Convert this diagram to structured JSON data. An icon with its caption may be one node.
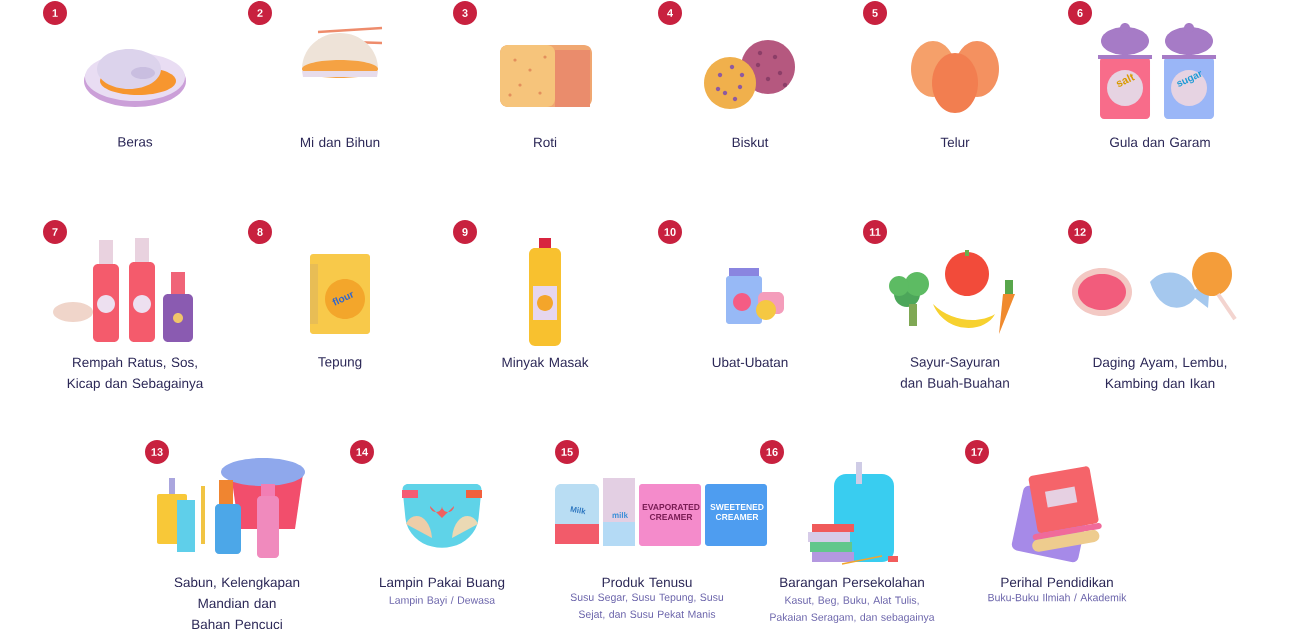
{
  "diagram": {
    "nodes": [
      {
        "text": [
          "1"
        ]
      },
      {
        "text": [
          "2"
        ]
      },
      {
        "text": [
          "3"
        ]
      },
      {
        "text": [
          "4"
        ]
      },
      {
        "text": [
          "5"
        ]
      },
      {
        "text": [
          "6"
        ]
      },
      {
        "text": [
          "7"
        ]
      },
      {
        "text": [
          "8"
        ]
      },
      {
        "text": [
          "9"
        ]
      },
      {
        "text": [
          "10"
        ]
      },
      {
        "text": [
          "11"
        ]
      },
      {
        "text": [
          "12"
        ]
      },
      {
        "text": [
          "13"
        ]
      },
      {
        "text": [
          "14"
        ]
      },
      {
        "text": [
          "15"
        ]
      },
      {
        "text": [
          "16"
        ]
      },
      {
        "text": [
          "17"
        ]
      }
    ],
    "labels": [
      "salt",
      "sugar",
      "Beras",
      "Mi dan Bihun",
      "Roti",
      "Biskut",
      "Telur",
      "Gula dan Garam",
      "flour",
      "Rempah Ratus, Sos, Kicap dan Sebagainya",
      "Tepung",
      "Minyak Masak",
      "Ubat-Ubatan",
      "Sayur-Sayuran dan Buah-Buahan",
      "Daging Ayam, Lembu, Kambing dan Ikan",
      "Milk",
      "milk",
      "EVAPORATED CREAMER",
      "SWEETENED CREAMER",
      "Sabun, Kelengkapan Mandian dan Bahan Pencuci",
      "Lampin Pakai Buang",
      "Lampin Bayi / Dewasa",
      "Produk Tenusu",
      "Susu Segar, Susu Tepung, Susu Sejat, dan Susu Pekat Manis",
      "Barangan Persekolahan",
      "Kasut, Beg, Buku, Alat Tulis, Pakaian Seragam, dan sebagainya",
      "Perihal Pendidikan",
      "Buku-Buku Ilmiah / Akademik"
    ]
  }
}
